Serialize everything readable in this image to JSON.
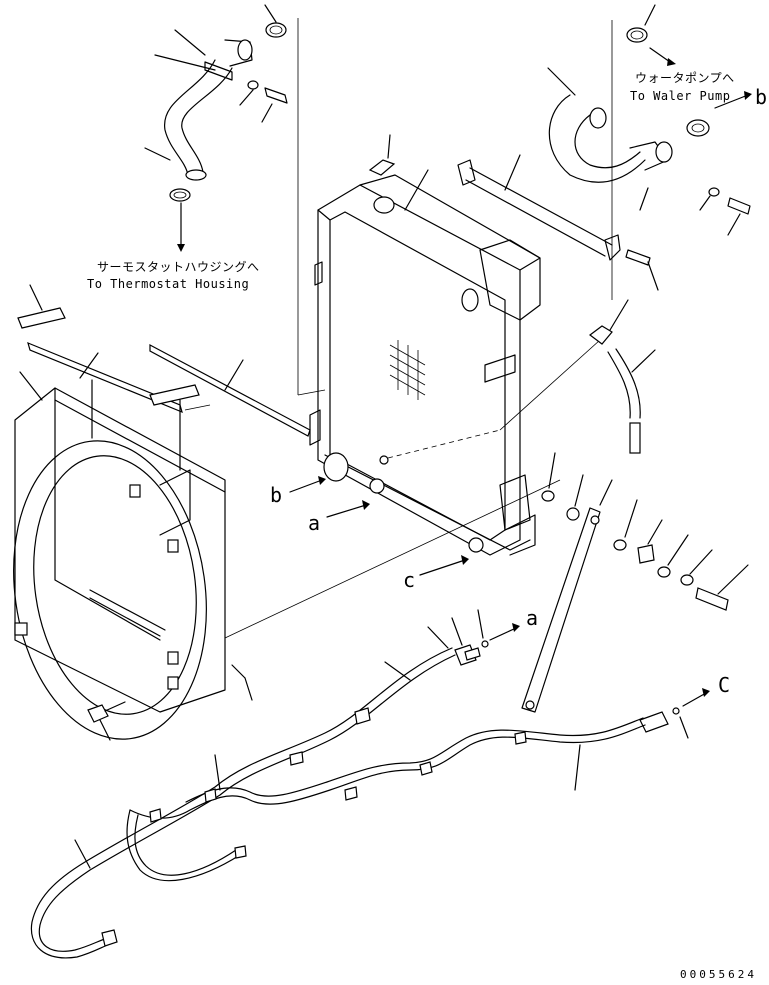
{
  "labels": {
    "water_pump_jp": "ウォータポンプへ",
    "water_pump_en": "To Waler Pump",
    "thermostat_jp": "サーモスタットハウジングへ",
    "thermostat_en": "To Thermostat Housing",
    "ref_b_right": "b",
    "ref_b_left": "b",
    "ref_a_left": "a",
    "ref_c_left": "c",
    "ref_a_right": "a",
    "ref_c_right": "C"
  },
  "drawing_code": "00055624"
}
